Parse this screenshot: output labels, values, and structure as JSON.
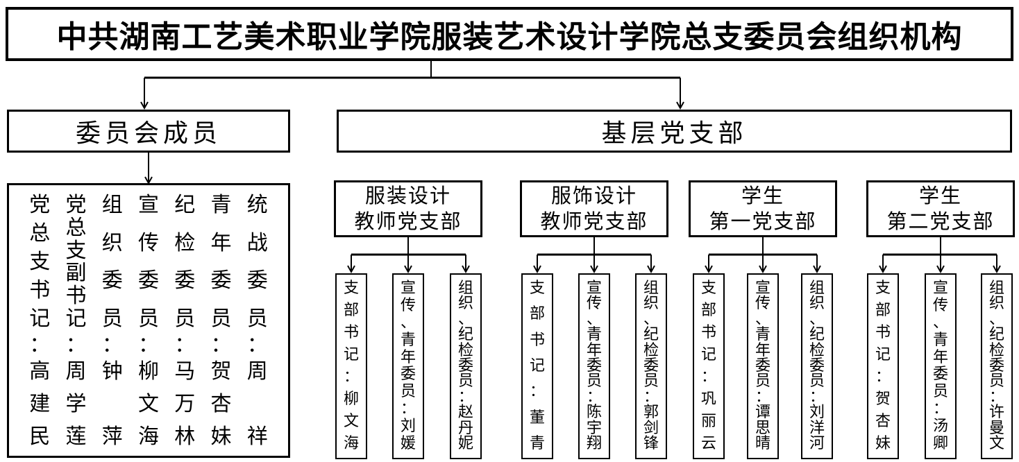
{
  "title": "中共湖南工艺美术职业学院服装艺术设计学院总支委员会组织机构",
  "separator": "：",
  "colors": {
    "ink": "#000000",
    "background": "#ffffff"
  },
  "committee": {
    "header": "委员会成员",
    "members": [
      {
        "role": "党总支书记",
        "name": "高建民"
      },
      {
        "role": "党总支副书记",
        "name": "周学莲"
      },
      {
        "role": "组织委员",
        "name": "钟萍"
      },
      {
        "role": "宣传委员",
        "name": "柳文海"
      },
      {
        "role": "纪检委员",
        "name": "马万林"
      },
      {
        "role": "青年委员",
        "name": "贺杏妹"
      },
      {
        "role": "统战委员",
        "name": "周祥"
      }
    ]
  },
  "branches_header": "基层党支部",
  "branches": [
    {
      "title_lines": [
        "服装设计",
        "教师党支部"
      ],
      "positions": [
        {
          "role": "支部书记",
          "name": "柳文海"
        },
        {
          "role": "宣传、青年委员",
          "name": "刘媛"
        },
        {
          "role": "组织、纪检委员",
          "name": "赵丹妮"
        }
      ]
    },
    {
      "title_lines": [
        "服饰设计",
        "教师党支部"
      ],
      "positions": [
        {
          "role": "支部书记",
          "name": "董青"
        },
        {
          "role": "宣传、青年委员",
          "name": "陈宇翔"
        },
        {
          "role": "组织、纪检委员",
          "name": "郭剑锋"
        }
      ]
    },
    {
      "title_lines": [
        "学生",
        "第一党支部"
      ],
      "positions": [
        {
          "role": "支部书记",
          "name": "巩丽云"
        },
        {
          "role": "宣传、青年委员",
          "name": "谭思晴"
        },
        {
          "role": "组织、纪检委员",
          "name": "刘洋河"
        }
      ]
    },
    {
      "title_lines": [
        "学生",
        "第二党支部"
      ],
      "positions": [
        {
          "role": "支部书记",
          "name": "贺杏妹"
        },
        {
          "role": "宣传、青年委员",
          "name": "汤卿"
        },
        {
          "role": "组织、纪检委员",
          "name": "许曼文"
        }
      ]
    }
  ]
}
